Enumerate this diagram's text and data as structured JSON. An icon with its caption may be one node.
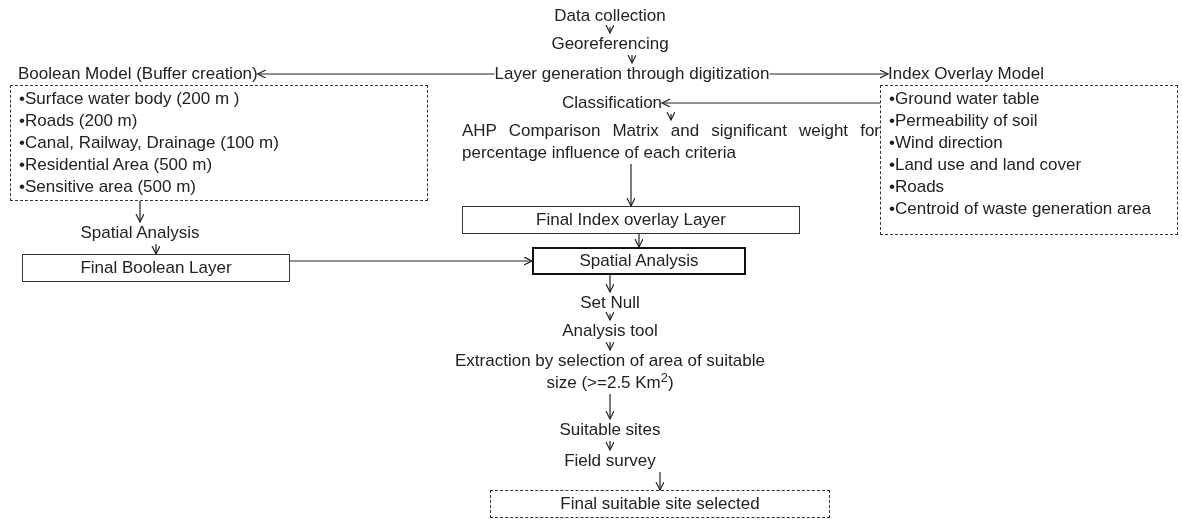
{
  "diagram": {
    "nodes": [
      {
        "text": [
          "Data collection"
        ]
      },
      {
        "text": [
          "Georeferencing"
        ]
      },
      {
        "text": [
          "Layer generation through digitization"
        ]
      },
      {
        "text": [
          "Boolean Model (Buffer creation)",
          "•Surface water body (200 m )",
          "•Roads (200 m)",
          "•Canal, Railway, Drainage (100 m)",
          "•Residential Area (500 m)",
          "•Sensitive area (500 m)"
        ]
      },
      {
        "text": [
          "Index Overlay Model",
          "•Ground water table",
          "•Permeability of soil",
          "•Wind direction",
          "•Land use and land cover",
          "•Roads",
          "•Centroid of waste generation area"
        ]
      },
      {
        "text": [
          "Classification"
        ]
      },
      {
        "text": [
          "AHP Comparison Matrix and significant weight for percentage influence of each criteria"
        ]
      },
      {
        "text": [
          "Final Index overlay Layer"
        ]
      },
      {
        "text": [
          "Spatial Analysis"
        ]
      },
      {
        "text": [
          "Final Boolean Layer"
        ]
      },
      {
        "text": [
          "Spatial Analysis"
        ]
      },
      {
        "text": [
          "Set Null"
        ]
      },
      {
        "text": [
          "Analysis tool"
        ]
      },
      {
        "text": [
          "Extraction by selection of area of suitable size (>=2.5 Km$^{2}$)"
        ]
      },
      {
        "text": [
          "Suitable sites"
        ]
      },
      {
        "text": [
          "Field survey"
        ]
      },
      {
        "text": [
          "Final suitable site selected"
        ]
      }
    ],
    "edges": [
      {
        "from": 0,
        "to": 1,
        "arrow": "to"
      },
      {
        "from": 1,
        "to": 2,
        "arrow": "to"
      },
      {
        "from": 2,
        "to": 3,
        "arrow": "to"
      },
      {
        "from": 2,
        "to": 4,
        "arrow": "to"
      },
      {
        "from": 4,
        "to": 5,
        "arrow": "to"
      },
      {
        "from": 5,
        "to": 6,
        "arrow": "to"
      },
      {
        "from": 6,
        "to": 7,
        "arrow": "to"
      },
      {
        "from": 7,
        "to": 10,
        "arrow": "to"
      },
      {
        "from": 3,
        "to": 8,
        "arrow": "to"
      },
      {
        "from": 8,
        "to": 9,
        "arrow": "to"
      },
      {
        "from": 9,
        "to": 10,
        "arrow": "to"
      },
      {
        "from": 10,
        "to": 11,
        "arrow": "to"
      },
      {
        "from": 11,
        "to": 12,
        "arrow": "to"
      },
      {
        "from": 12,
        "to": 13,
        "arrow": "to"
      },
      {
        "from": 13,
        "to": 14,
        "arrow": "to"
      },
      {
        "from": 14,
        "to": 15,
        "arrow": "to"
      },
      {
        "from": 15,
        "to": 16,
        "arrow": "to"
      }
    ]
  }
}
